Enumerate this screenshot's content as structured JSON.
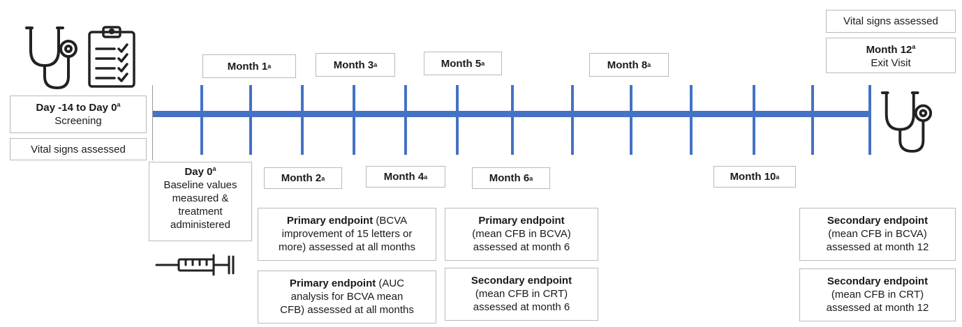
{
  "screening": {
    "title": "Day -14 to Day 0",
    "sup": "a",
    "subtitle": "Screening"
  },
  "vitals_start": "Vital signs assessed",
  "vitals_end": "Vital signs assessed",
  "day0": {
    "title": "Day 0",
    "sup": "a",
    "lines": [
      "Baseline values",
      "measured &",
      "treatment",
      "administered"
    ]
  },
  "months": {
    "m1": {
      "label": "Month 1",
      "sup": "a"
    },
    "m2": {
      "label": "Month 2",
      "sup": "a"
    },
    "m3": {
      "label": "Month 3",
      "sup": "a"
    },
    "m4": {
      "label": "Month 4",
      "sup": "a"
    },
    "m5": {
      "label": "Month 5",
      "sup": "a"
    },
    "m6": {
      "label": "Month 6",
      "sup": "a"
    },
    "m8": {
      "label": "Month 8",
      "sup": "a"
    },
    "m10": {
      "label": "Month 10",
      "sup": "a"
    },
    "m12": {
      "label": "Month 12",
      "sup": "a",
      "subtitle": "Exit Visit"
    }
  },
  "endpoints": {
    "primary_bcva_15": {
      "bold": "Primary endpoint",
      "line1_rest": " (BCVA",
      "line2": "improvement of 15 letters or",
      "line3": "more) assessed at all months"
    },
    "primary_auc": {
      "bold": "Primary endpoint",
      "line1_rest": " (AUC",
      "line2": "analysis for BCVA mean",
      "line3": "CFB) assessed at all months"
    },
    "primary_m6": {
      "bold": "Primary endpoint",
      "line2": "(mean CFB in BCVA)",
      "line3": "assessed at month 6"
    },
    "secondary_crt_m6": {
      "bold": "Secondary endpoint",
      "line2": "(mean CFB in CRT)",
      "line3": "assessed at month 6"
    },
    "secondary_bcva_m12": {
      "bold": "Secondary endpoint",
      "line2": "(mean CFB in BCVA)",
      "line3": "assessed at month 12"
    },
    "secondary_crt_m12": {
      "bold": "Secondary endpoint",
      "line2": "(mean CFB in CRT)",
      "line3": "assessed at month 12"
    }
  },
  "colors": {
    "timeline": "#4472c4",
    "border": "#b9b9b9",
    "icon": "#222222"
  },
  "icons": [
    "stethoscope-icon",
    "clipboard-checklist-icon",
    "syringe-icon",
    "stethoscope-icon"
  ]
}
